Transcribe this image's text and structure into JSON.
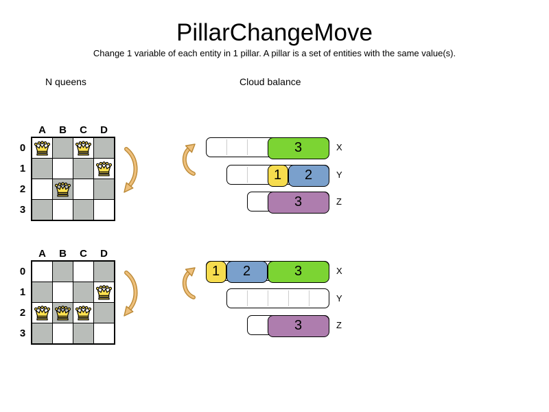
{
  "title": "PillarChangeMove",
  "subtitle": "Change 1 variable of each entity in 1 pillar. A pillar is a set of entities with the same value(s).",
  "colors": {
    "board_gray": "#b9bdb9",
    "queen_yellow": "#ffe14f",
    "green": "#7cd433",
    "yellow": "#f6dc4e",
    "blue": "#7aa0cc",
    "purple": "#ae7dae",
    "arrow_fill": "#eec07c",
    "arrow_stroke": "#bc8a38",
    "divider": "#cccccc"
  },
  "sections": {
    "nqueens": {
      "label": "N queens",
      "columns": [
        "A",
        "B",
        "C",
        "D"
      ],
      "rows": [
        "0",
        "1",
        "2",
        "3"
      ],
      "boards": [
        {
          "name": "before",
          "queens": [
            {
              "col": "A",
              "row": 0
            },
            {
              "col": "C",
              "row": 0
            },
            {
              "col": "D",
              "row": 1
            },
            {
              "col": "B",
              "row": 2
            }
          ]
        },
        {
          "name": "after",
          "queens": [
            {
              "col": "D",
              "row": 1
            },
            {
              "col": "A",
              "row": 2
            },
            {
              "col": "B",
              "row": 2
            },
            {
              "col": "C",
              "row": 2
            }
          ]
        }
      ]
    },
    "cloud": {
      "label": "Cloud balance",
      "states": [
        {
          "name": "before",
          "bars": [
            {
              "label": "X",
              "offset": 0,
              "span": 6,
              "dividers": [
                1,
                2
              ],
              "segments": [
                {
                  "value": "3",
                  "color": "green",
                  "offset": 3,
                  "span": 3
                }
              ]
            },
            {
              "label": "Y",
              "offset": 1,
              "span": 5,
              "dividers": [
                2
              ],
              "segments": [
                {
                  "value": "1",
                  "color": "yellow",
                  "offset": 3,
                  "span": 1
                },
                {
                  "value": "2",
                  "color": "blue",
                  "offset": 4,
                  "span": 2
                }
              ]
            },
            {
              "label": "Z",
              "offset": 2,
              "span": 4,
              "dividers": [],
              "segments": [
                {
                  "value": "3",
                  "color": "purple",
                  "offset": 3,
                  "span": 3
                }
              ]
            }
          ]
        },
        {
          "name": "after",
          "bars": [
            {
              "label": "X",
              "offset": 0,
              "span": 6,
              "dividers": [],
              "segments": [
                {
                  "value": "1",
                  "color": "yellow",
                  "offset": 0,
                  "span": 1
                },
                {
                  "value": "2",
                  "color": "blue",
                  "offset": 1,
                  "span": 2
                },
                {
                  "value": "3",
                  "color": "green",
                  "offset": 3,
                  "span": 3
                }
              ]
            },
            {
              "label": "Y",
              "offset": 1,
              "span": 5,
              "dividers": [
                2,
                3,
                4,
                5
              ],
              "segments": []
            },
            {
              "label": "Z",
              "offset": 2,
              "span": 4,
              "dividers": [],
              "segments": [
                {
                  "value": "3",
                  "color": "purple",
                  "offset": 3,
                  "span": 3
                }
              ]
            }
          ]
        }
      ]
    }
  }
}
